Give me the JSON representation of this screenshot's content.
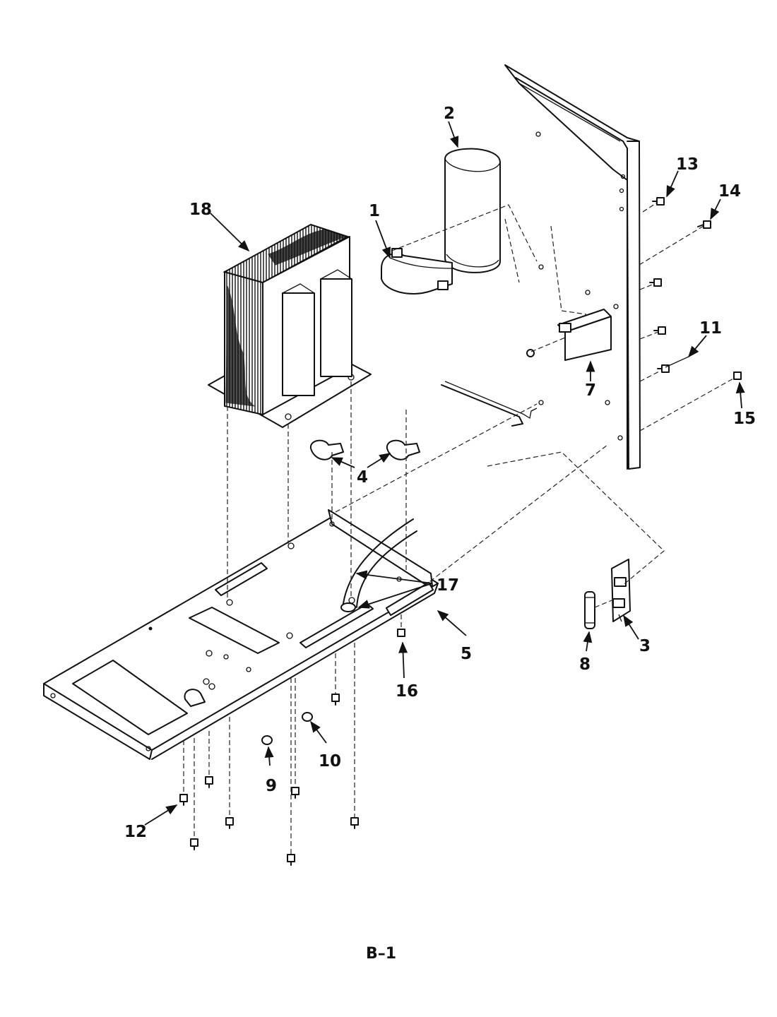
{
  "diagram": {
    "caption": "B–1",
    "callouts": [
      {
        "id": "1",
        "text": "1"
      },
      {
        "id": "2",
        "text": "2"
      },
      {
        "id": "3",
        "text": "3"
      },
      {
        "id": "4",
        "text": "4"
      },
      {
        "id": "5",
        "text": "5"
      },
      {
        "id": "7",
        "text": "7"
      },
      {
        "id": "8",
        "text": "8"
      },
      {
        "id": "9",
        "text": "9"
      },
      {
        "id": "10",
        "text": "10"
      },
      {
        "id": "11",
        "text": "11"
      },
      {
        "id": "12",
        "text": "12"
      },
      {
        "id": "13",
        "text": "13"
      },
      {
        "id": "14",
        "text": "14"
      },
      {
        "id": "15",
        "text": "15"
      },
      {
        "id": "16",
        "text": "16"
      },
      {
        "id": "17",
        "text": "17"
      },
      {
        "id": "18",
        "text": "18"
      }
    ]
  }
}
